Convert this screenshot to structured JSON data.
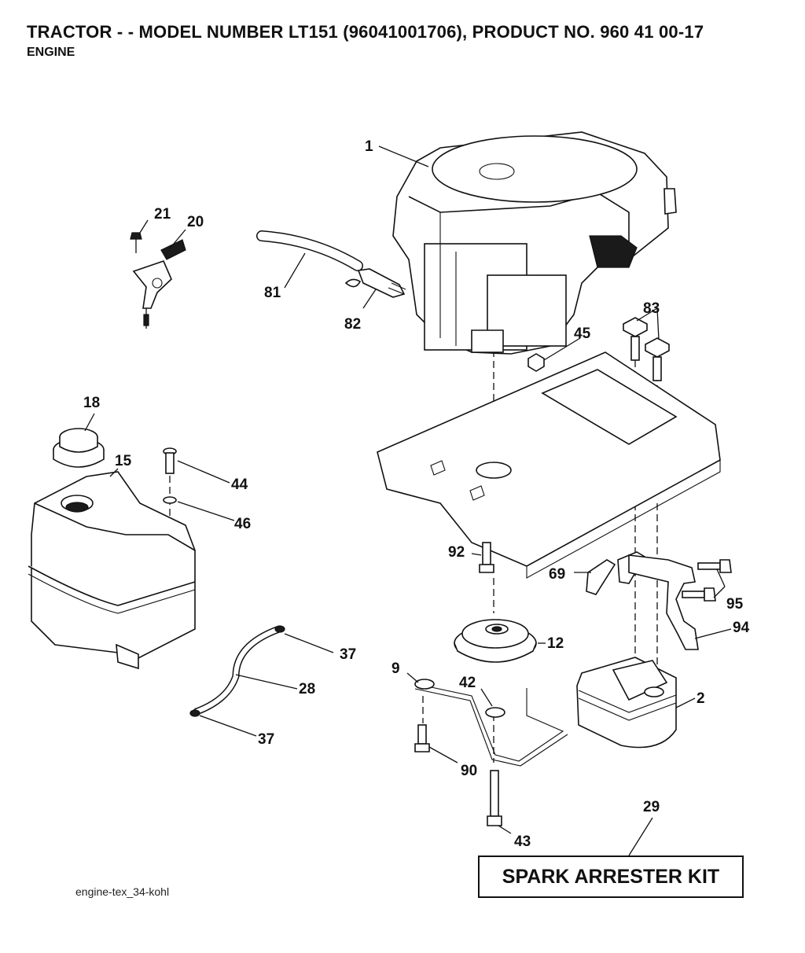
{
  "header": {
    "title": "TRACTOR - - MODEL NUMBER LT151 (96041001706), PRODUCT NO. 960 41 00-17",
    "subtitle": "ENGINE"
  },
  "footer": {
    "drawing_code": "engine-tex_34-kohl",
    "kit_label": "SPARK ARRESTER KIT"
  },
  "callouts": {
    "engine": "1",
    "muffler": "2",
    "heat_shield": "9",
    "pulley": "12",
    "fuel_tank": "15",
    "fuel_cap": "18",
    "throttle_control": "20",
    "control_screw": "21",
    "fuel_line": "28",
    "kit": "29",
    "hose_clamp_upper": "37",
    "hose_clamp_lower": "37",
    "washer_pulley": "42",
    "bolt_long": "43",
    "screw_tank": "44",
    "nut": "45",
    "washer_tank": "46",
    "gasket": "69",
    "breather_hose": "81",
    "hose_fitting": "82",
    "bolt_engine": "83",
    "bolt_shield": "90",
    "bolt_pulley": "92",
    "exhaust_pipe": "94",
    "exhaust_bolt": "95"
  }
}
